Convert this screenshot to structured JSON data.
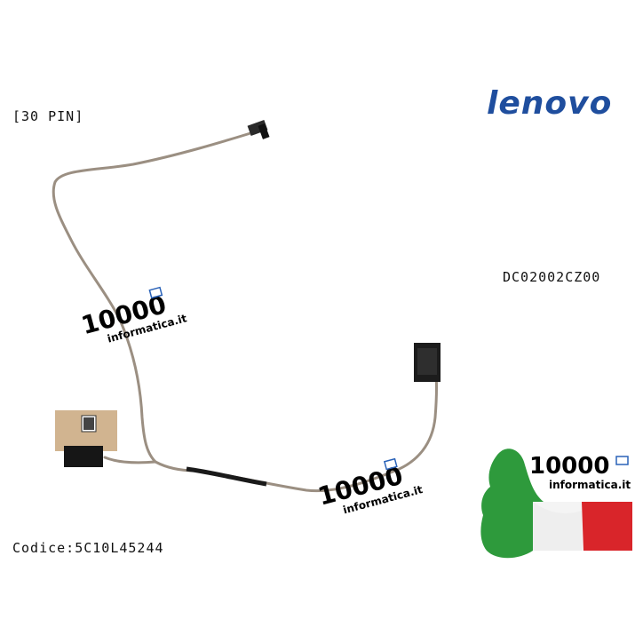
{
  "labels": {
    "pin_count": "[30 PIN]",
    "part_number": "DC02002CZ00",
    "product_code": "Codice:5C10L45244",
    "brand": "lenovo"
  },
  "watermarks": [
    {
      "number": "10000",
      "site": "informatica.it"
    },
    {
      "number": "10000",
      "site": "informatica.it"
    }
  ],
  "logo_badge": {
    "number": "10000",
    "site": "informatica.it"
  },
  "colors": {
    "brand_blue": "#1f4e9e",
    "watermark_blue": "#2a62b8",
    "cable": "#9b8f82",
    "flag_green": "#2e9a3c",
    "flag_white": "#f4f4f4",
    "flag_red": "#d9252a"
  }
}
